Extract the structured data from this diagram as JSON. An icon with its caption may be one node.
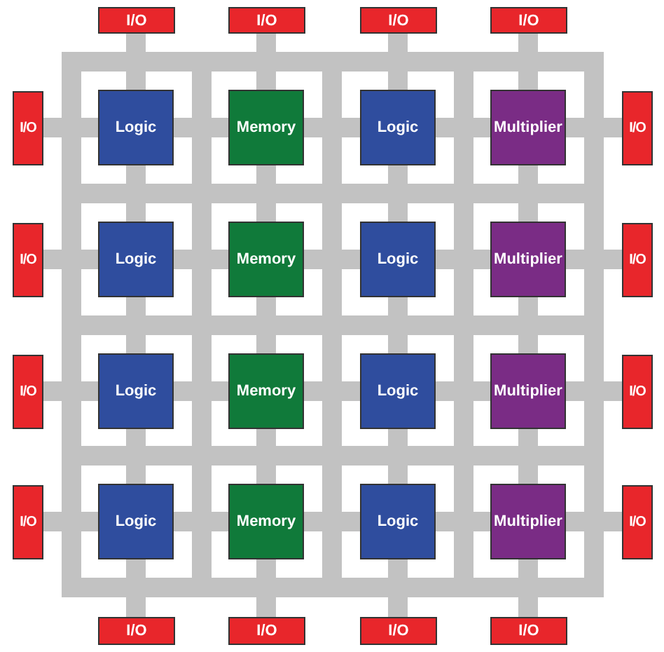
{
  "diagram": {
    "nodes": [
      {
        "text": [
          "I/O"
        ]
      },
      {
        "text": [
          "I/O"
        ]
      },
      {
        "text": [
          "I/O"
        ]
      },
      {
        "text": [
          "I/O"
        ]
      },
      {
        "text": [
          "I/O"
        ]
      },
      {
        "text": [
          "Logic"
        ]
      },
      {
        "text": [
          "Memory"
        ]
      },
      {
        "text": [
          "Logic"
        ]
      },
      {
        "text": [
          "Multiplier"
        ]
      },
      {
        "text": [
          "I/O"
        ]
      },
      {
        "text": [
          "I/O"
        ]
      },
      {
        "text": [
          "Logic"
        ]
      },
      {
        "text": [
          "Memory"
        ]
      },
      {
        "text": [
          "Logic"
        ]
      },
      {
        "text": [
          "Multiplier"
        ]
      },
      {
        "text": [
          "I/O"
        ]
      },
      {
        "text": [
          "I/O"
        ]
      },
      {
        "text": [
          "Logic"
        ]
      },
      {
        "text": [
          "Memory"
        ]
      },
      {
        "text": [
          "Logic"
        ]
      },
      {
        "text": [
          "Multiplier"
        ]
      },
      {
        "text": [
          "I/O"
        ]
      },
      {
        "text": [
          "I/O"
        ]
      },
      {
        "text": [
          "Logic"
        ]
      },
      {
        "text": [
          "Memory"
        ]
      },
      {
        "text": [
          "Logic"
        ]
      },
      {
        "text": [
          "Multiplier"
        ]
      },
      {
        "text": [
          "I/O"
        ]
      },
      {
        "text": [
          "I/O"
        ]
      },
      {
        "text": [
          "I/O"
        ]
      },
      {
        "text": [
          "I/O"
        ]
      },
      {
        "text": [
          "I/O"
        ]
      }
    ]
  }
}
